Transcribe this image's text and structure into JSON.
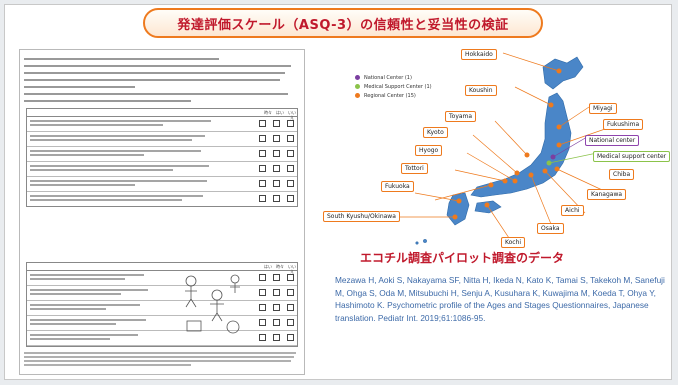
{
  "title": "発達評価スケール（ASQ-3）の信頼性と妥当性の検証",
  "questionnaire": {
    "answer_columns": [
      "はい",
      "時々",
      "いいえ"
    ]
  },
  "legend": [
    {
      "label": "National Center (1)",
      "color": "#7b3fa0"
    },
    {
      "label": "Medical Support Center (1)",
      "color": "#8bc34a"
    },
    {
      "label": "Regional Center (15)",
      "color": "#ee7a1e"
    }
  ],
  "cities": [
    {
      "name": "Hokkaido",
      "style": "orange"
    },
    {
      "name": "Koushin",
      "style": "orange"
    },
    {
      "name": "Miyagi",
      "style": "orange"
    },
    {
      "name": "Toyama",
      "style": "orange"
    },
    {
      "name": "Fukushima",
      "style": "orange"
    },
    {
      "name": "Kyoto",
      "style": "orange"
    },
    {
      "name": "National center",
      "style": "purple"
    },
    {
      "name": "Hyogo",
      "style": "orange"
    },
    {
      "name": "Medical support center",
      "style": "green"
    },
    {
      "name": "Tottori",
      "style": "orange"
    },
    {
      "name": "Chiba",
      "style": "orange"
    },
    {
      "name": "Fukuoka",
      "style": "orange"
    },
    {
      "name": "Kanagawa",
      "style": "orange"
    },
    {
      "name": "Aichi",
      "style": "orange"
    },
    {
      "name": "South Kyushu/Okinawa",
      "style": "orange"
    },
    {
      "name": "Osaka",
      "style": "orange"
    },
    {
      "name": "Kochi",
      "style": "orange"
    }
  ],
  "caption": {
    "title": "エコチル調査パイロット調査のデータ",
    "citation": "Mezawa H, Aoki S, Nakayama SF, Nitta H, Ikeda N, Kato K, Tamai S, Takekoh M, Sanefuji M, Ohga S, Oda M, Mitsubuchi H, Senju A, Kusuhara K, Kuwajima M, Koeda T, Ohya Y, Hashimoto K. Psychometric profile of the Ages and Stages Questionnaires, Japanese translation. Pediatr Int. 2019;61:1086-95."
  },
  "colors": {
    "title_red": "#c0192c",
    "banner_orange": "#ee7a1e",
    "citation_blue": "#3d6aa8",
    "map_blue": "#4a86c8"
  }
}
